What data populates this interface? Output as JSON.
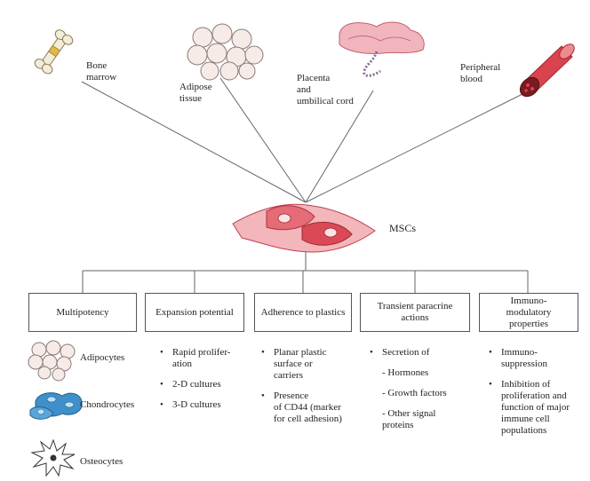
{
  "sources": {
    "bone_marrow": "Bone\nmarrow",
    "adipose_tissue": "Adipose\ntissue",
    "placenta": "Placenta\nand\numbilical cord",
    "peripheral_blood": "Peripheral\nblood"
  },
  "center_label": "MSCs",
  "properties": [
    "Multipotency",
    "Expansion potential",
    "Adherence to plastics",
    "Transient paracrine\nactions",
    "Immuno-\nmodulatory\nproperties"
  ],
  "multipotency_items": [
    "Adipocytes",
    "Chondrocytes",
    "Osteocytes"
  ],
  "expansion_items": [
    "Rapid prolifer-\nation",
    "2-D cultures",
    "3-D cultures"
  ],
  "adherence_items": [
    "Planar plastic\nsurface or\ncarriers",
    "Presence\nof CD44 (marker\nfor cell adhesion)"
  ],
  "paracrine_items": {
    "main": "Secretion of",
    "sub": [
      "- Hormones",
      "- Growth factors",
      "- Other signal\nproteins"
    ]
  },
  "immuno_items": [
    "Immuno-\nsuppression",
    "Inhibition of\nproliferation and\nfunction of major\nimmune cell\npopulations"
  ],
  "colors": {
    "cell_red": "#d94a56",
    "cell_light": "#f2b6bb",
    "chondro_blue": "#3f8fc9",
    "line": "#666666"
  }
}
